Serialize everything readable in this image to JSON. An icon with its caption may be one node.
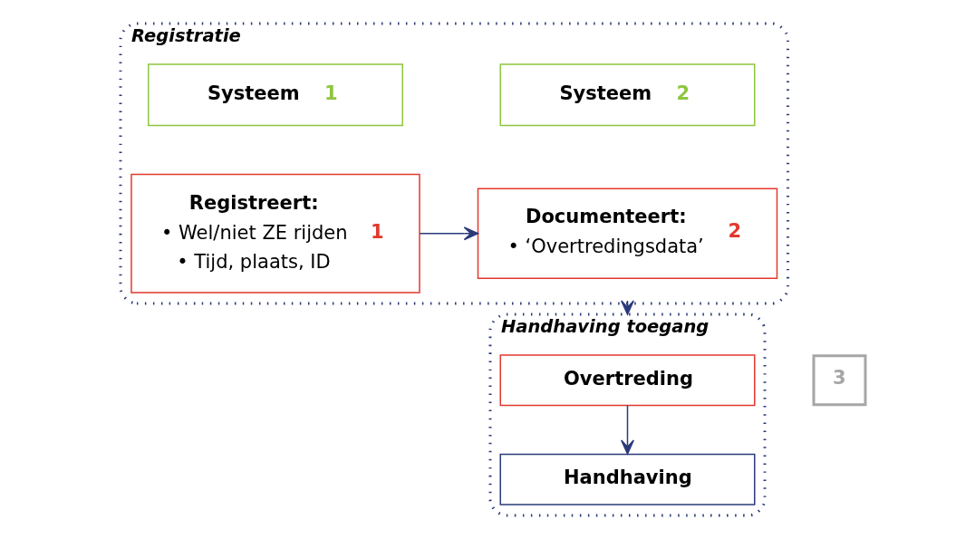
{
  "diagram": {
    "nodes": [
      {
        "text": [
          "Registratie"
        ]
      },
      {
        "text": [
          "Systeem",
          "1"
        ],
        "in": 0
      },
      {
        "text": [
          "Registreert:",
          "• Wel/niet ZE rijden",
          "• Tijd, plaats, ID",
          "1"
        ],
        "in": 0
      },
      {
        "text": [
          "Systeem",
          "2"
        ],
        "in": 0
      },
      {
        "text": [
          "Documenteert:",
          "• ‘Overtredingsdata’",
          "2"
        ],
        "in": 0
      },
      {
        "text": [
          "Handhaving toegang"
        ]
      },
      {
        "text": [
          "Overtreding"
        ],
        "in": 5
      },
      {
        "text": [
          "Handhaving"
        ],
        "in": 5
      },
      {
        "text": [
          "3"
        ]
      }
    ],
    "edges": [
      {
        "from": 2,
        "to": 4,
        "arrow": "to"
      },
      {
        "from": 0,
        "to": 5,
        "arrow": "to"
      },
      {
        "from": 6,
        "to": 7,
        "arrow": "to"
      }
    ]
  }
}
